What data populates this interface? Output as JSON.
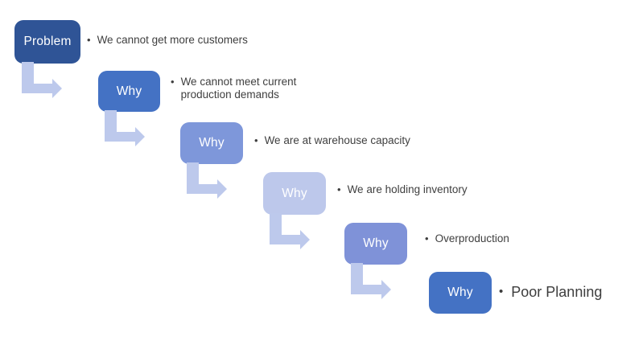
{
  "diagram": {
    "type": "5-whys-cascade",
    "bullet_char": "•",
    "arrow_color": "#bdc9ec",
    "note_color": "#3f3f3f",
    "steps": [
      {
        "label": "Problem",
        "note": "We cannot get more customers",
        "fill": "#2f5496",
        "label_color": "#ffffff"
      },
      {
        "label": "Why",
        "note": "We cannot meet current production demands",
        "fill": "#4472c4",
        "label_color": "#ffffff"
      },
      {
        "label": "Why",
        "note": "We are at warehouse capacity",
        "fill": "#7e97da",
        "label_color": "#ffffff"
      },
      {
        "label": "Why",
        "note": "We are holding inventory",
        "fill": "#bdc8eb",
        "label_color": "#ffffff"
      },
      {
        "label": "Why",
        "note": "Overproduction",
        "fill": "#7f92d8",
        "label_color": "#ffffff"
      },
      {
        "label": "Why",
        "note": "Poor Planning",
        "fill": "#4472c4",
        "label_color": "#ffffff"
      }
    ]
  }
}
